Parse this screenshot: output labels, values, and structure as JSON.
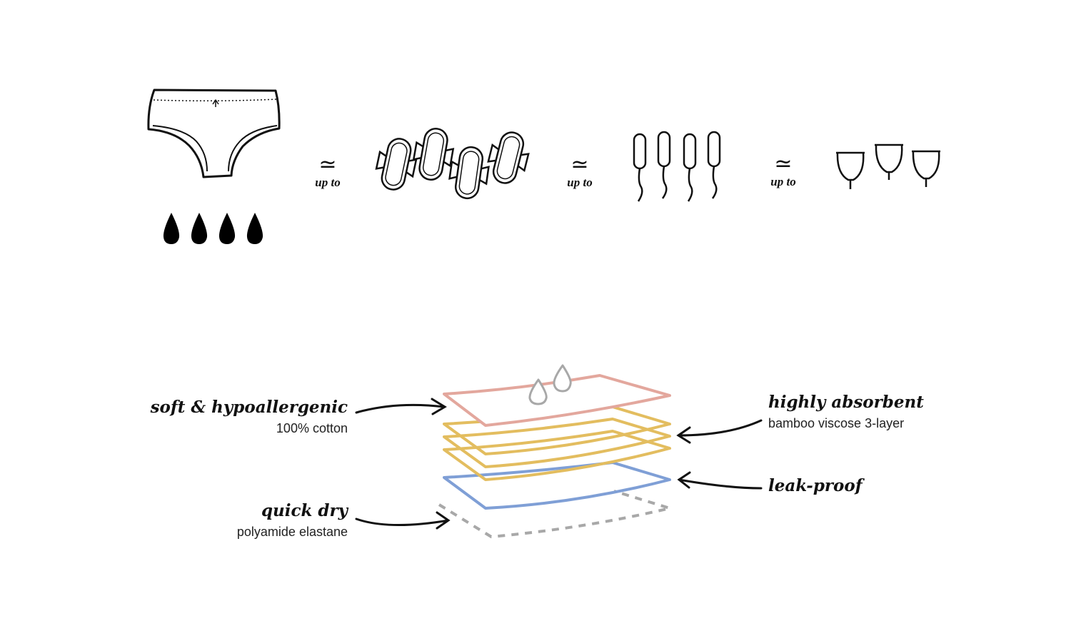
{
  "equivalence": {
    "approx_symbol": "≃",
    "separators": [
      {
        "symbol": "≃",
        "text": "up to"
      },
      {
        "symbol": "≃",
        "text": "up to"
      },
      {
        "symbol": "≃",
        "text": "up to"
      }
    ],
    "underwear": {
      "icon": "underwear-icon",
      "drops": 4,
      "drop_icon": "drop-icon"
    },
    "pads": {
      "icon": "sanitary-pad-icon",
      "count": 4
    },
    "tampons": {
      "icon": "tampon-icon",
      "count": 4
    },
    "cups": {
      "icon": "menstrual-cup-icon",
      "count": 3
    }
  },
  "layers": {
    "colors": {
      "top": "#e3a79d",
      "absorbent": "#e3bd5f",
      "barrier": "#7f9fd6",
      "outer": "#a8a8a8"
    },
    "labels": {
      "soft": {
        "title": "soft & hypoallergenic",
        "subtitle": "100% cotton"
      },
      "absorbent": {
        "title": "highly absorbent",
        "subtitle": "bamboo viscose 3-layer"
      },
      "leak": {
        "title": "leak-proof"
      },
      "dry": {
        "title": "quick dry",
        "subtitle": "polyamide elastane"
      }
    }
  }
}
